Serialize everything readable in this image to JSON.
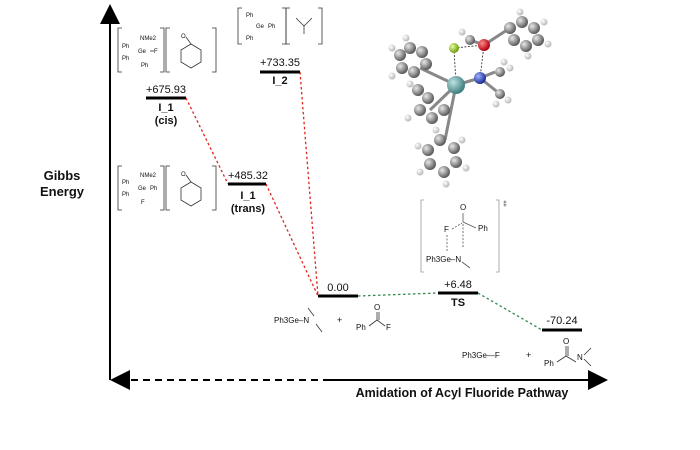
{
  "axes": {
    "y_label_line1": "Gibbs",
    "y_label_line2": "Energy",
    "x_label": "Amidation of Acyl Fluoride Pathway"
  },
  "levels": {
    "i1_cis": {
      "energy": "+675.93",
      "name": "I_1",
      "sub": "(cis)"
    },
    "i2": {
      "energy": "+733.35",
      "name": "I_2"
    },
    "i1_trans": {
      "energy": "+485.32",
      "name": "I_1",
      "sub": "(trans)"
    },
    "reactants": {
      "energy": "0.00"
    },
    "ts": {
      "energy": "+6.48",
      "name": "TS"
    },
    "products": {
      "energy": "-70.24"
    }
  },
  "structures": {
    "reactant_amine": "Ph3Ge–N",
    "plus": "+",
    "acyl_fluoride_F": "F",
    "acyl_O": "O",
    "ph": "Ph",
    "product_germyl_fluoride": "Ph3Ge—F",
    "product_amide_N": "N",
    "ts_dagger": "‡",
    "nme2": "NMe2",
    "ge": "Ge",
    "f": "F"
  },
  "colors": {
    "red_path": "#e0241b",
    "green_path": "#2f8a4a",
    "ge_atom": "#5f9ea0",
    "o_atom": "#d0021b",
    "n_atom": "#2c4bd1",
    "f_atom": "#9acd32",
    "c_atom": "#8a8a8a"
  }
}
